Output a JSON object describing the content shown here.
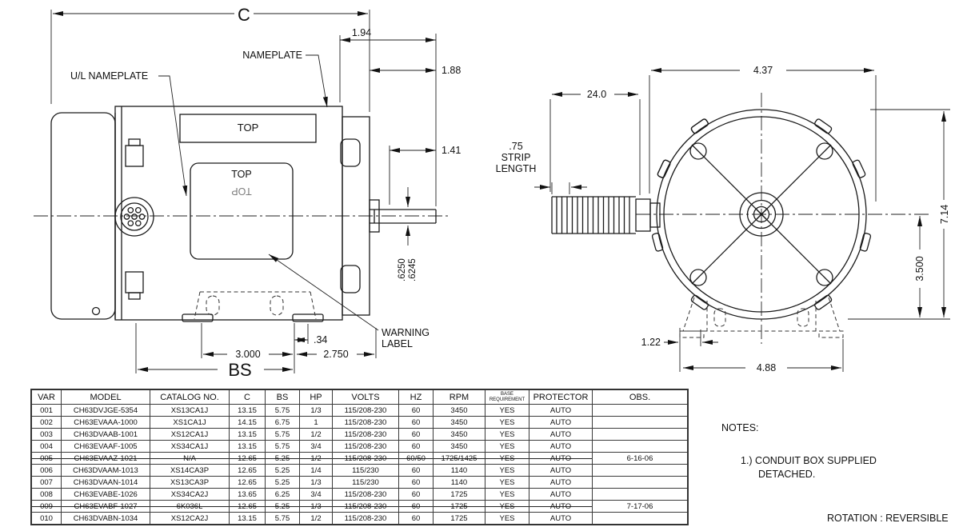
{
  "drawing": {
    "side": {
      "c": "C",
      "nameplate": "NAMEPLATE",
      "ul_nameplate": "U/L NAMEPLATE",
      "top_band": "TOP",
      "top_inner": "TOP",
      "top_inner_mirrored": "TOP",
      "d_194": "1.94",
      "d_188": "1.88",
      "d_141": "1.41",
      "shaft_dia_upper": ".6250",
      "shaft_dia_lower": ".6245",
      "d_034": ".34",
      "d_3000": "3.000",
      "d_2750": "2.750",
      "bs": "BS",
      "warning_line1": "WARNING",
      "warning_line2": "LABEL"
    },
    "end": {
      "d_437": "4.37",
      "d_240": "24.0",
      "strip_value": ".75",
      "strip_word1": "STRIP",
      "strip_word2": "LENGTH",
      "d_714": "7.14",
      "d_3500": "3.500",
      "d_122": "1.22",
      "d_488": "4.88"
    }
  },
  "table": {
    "headers": [
      "VAR",
      "MODEL",
      "CATALOG NO.",
      "C",
      "BS",
      "HP",
      "VOLTS",
      "HZ",
      "RPM",
      "BASE REQUIREMENT",
      "PROTECTOR",
      "OBS."
    ],
    "rows": [
      {
        "struck": false,
        "cells": [
          "001",
          "CH63DVJGE-5354",
          "XS13CA1J",
          "13.15",
          "5.75",
          "1/3",
          "115/208-230",
          "60",
          "3450",
          "YES",
          "AUTO",
          ""
        ]
      },
      {
        "struck": false,
        "cells": [
          "002",
          "CH63EVAAA-1000",
          "XS1CA1J",
          "14.15",
          "6.75",
          "1",
          "115/208-230",
          "60",
          "3450",
          "YES",
          "AUTO",
          ""
        ]
      },
      {
        "struck": false,
        "cells": [
          "003",
          "CH63DVAAB-1001",
          "XS12CA1J",
          "13.15",
          "5.75",
          "1/2",
          "115/208-230",
          "60",
          "3450",
          "YES",
          "AUTO",
          ""
        ]
      },
      {
        "struck": false,
        "cells": [
          "004",
          "CH63EVAAF-1005",
          "XS34CA1J",
          "13.15",
          "5.75",
          "3/4",
          "115/208-230",
          "60",
          "3450",
          "YES",
          "AUTO",
          ""
        ]
      },
      {
        "struck": true,
        "cells": [
          "005",
          "CH63EVAAZ-1021",
          "N/A",
          "12.65",
          "5.25",
          "1/2",
          "115/208-230",
          "60/50",
          "1725/1425",
          "YES",
          "AUTO",
          "6-16-06"
        ]
      },
      {
        "struck": false,
        "cells": [
          "006",
          "CH63DVAAM-1013",
          "XS14CA3P",
          "12.65",
          "5.25",
          "1/4",
          "115/230",
          "60",
          "1140",
          "YES",
          "AUTO",
          ""
        ]
      },
      {
        "struck": false,
        "cells": [
          "007",
          "CH63DVAAN-1014",
          "XS13CA3P",
          "12.65",
          "5.25",
          "1/3",
          "115/230",
          "60",
          "1140",
          "YES",
          "AUTO",
          ""
        ]
      },
      {
        "struck": false,
        "cells": [
          "008",
          "CH63EVABE-1026",
          "XS34CA2J",
          "13.65",
          "6.25",
          "3/4",
          "115/208-230",
          "60",
          "1725",
          "YES",
          "AUTO",
          ""
        ]
      },
      {
        "struck": true,
        "cells": [
          "009",
          "CH63EVABF-1027",
          "6K036L",
          "12.65",
          "5.25",
          "1/3",
          "115/208-230",
          "60",
          "1725",
          "YES",
          "AUTO",
          "7-17-06"
        ]
      },
      {
        "struck": false,
        "cells": [
          "010",
          "CH63DVABN-1034",
          "XS12CA2J",
          "13.15",
          "5.75",
          "1/2",
          "115/208-230",
          "60",
          "1725",
          "YES",
          "AUTO",
          ""
        ]
      }
    ]
  },
  "notes": {
    "heading": "NOTES:",
    "items": [
      "1.) CONDUIT BOX SUPPLIED DETACHED."
    ],
    "rotation": "ROTATION : REVERSIBLE"
  }
}
